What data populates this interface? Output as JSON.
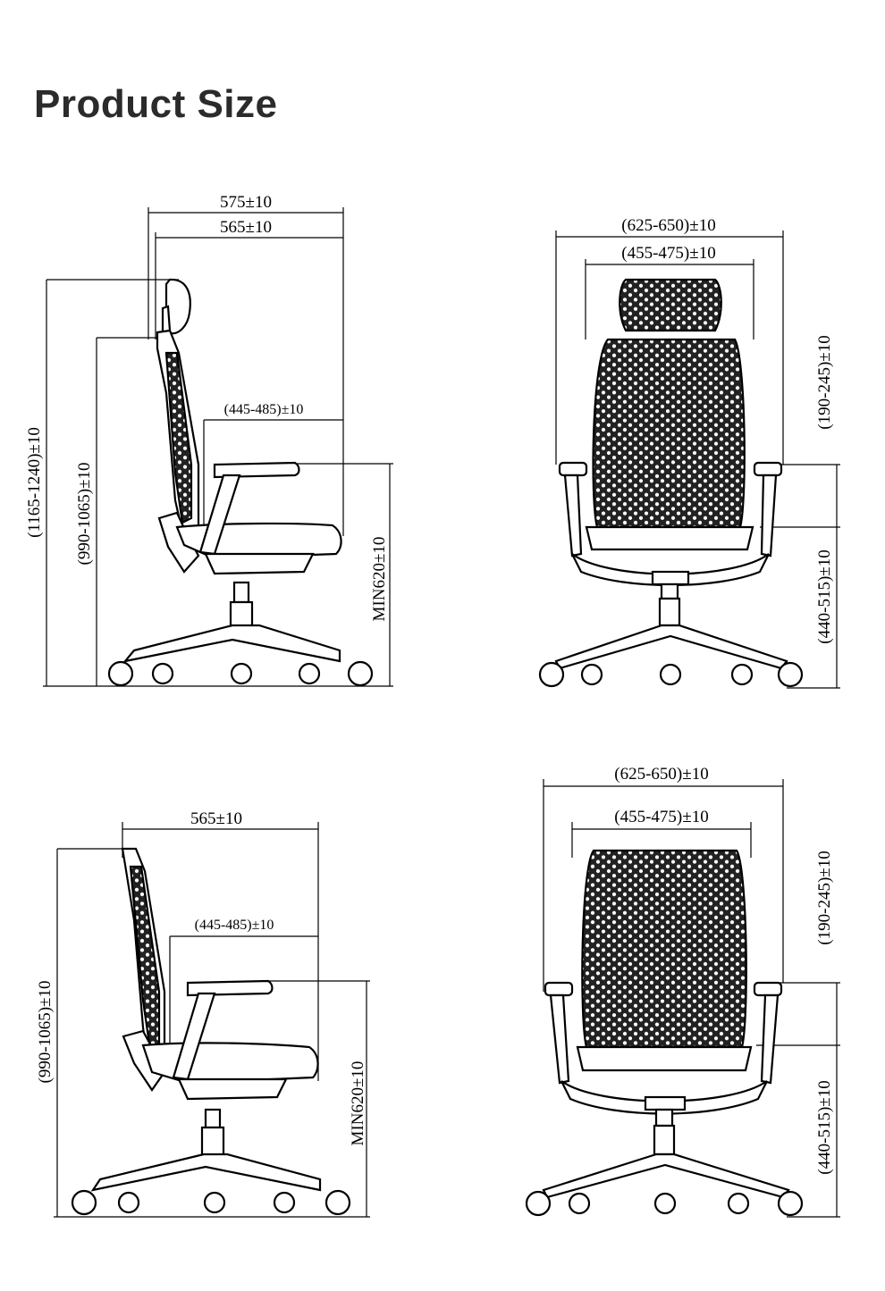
{
  "title": "Product Size",
  "views": {
    "side_high": {
      "overall_depth": "575±10",
      "seat_depth": "565±10",
      "total_height": "(1165-1240)±10",
      "back_height": "(990-1065)±10",
      "arm_to_back": "(445-485)±10",
      "seat_height": "MIN620±10"
    },
    "front_high": {
      "overall_width": "(625-650)±10",
      "back_width": "(455-475)±10",
      "arm_height": "(190-245)±10",
      "seat_height": "(440-515)±10"
    },
    "side_low": {
      "seat_depth": "565±10",
      "back_height": "(990-1065)±10",
      "arm_to_back": "(445-485)±10",
      "seat_height": "MIN620±10"
    },
    "front_low": {
      "overall_width": "(625-650)±10",
      "back_width": "(455-475)±10",
      "arm_height": "(190-245)±10",
      "seat_height": "(440-515)±10"
    }
  }
}
